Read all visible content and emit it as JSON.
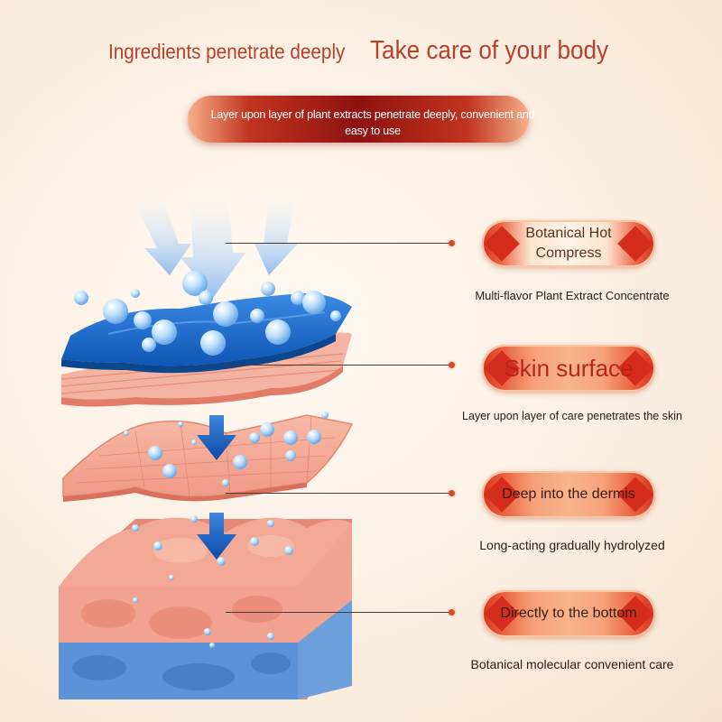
{
  "header": {
    "left_title": "Ingredients penetrate deeply",
    "right_title": "Take care of your body"
  },
  "banner": {
    "text": "Layer upon layer of plant extracts penetrate deeply, convenient and easy to use"
  },
  "layers": [
    {
      "label": "Botanical Hot Compress",
      "caption": "Multi-flavor Plant Extract Concentrate"
    },
    {
      "label": "Skin surface",
      "caption": "Layer upon layer of care penetrates the skin"
    },
    {
      "label": "Deep into the dermis",
      "caption": "Long-acting gradually hydrolyzed"
    },
    {
      "label": "Directly to the bottom",
      "caption": "Botanical molecular convenient care"
    }
  ],
  "colors": {
    "title_red": "#b8402b",
    "accent_red": "#d52d1b",
    "banner_dark": "#8e1210",
    "gel_blue": "#1f6fd1",
    "skin_pink": "#f2a290",
    "tissue_blue": "#5d93d6",
    "arrow_blue": "#1456b8"
  },
  "icons": [
    "down-arrow-icon",
    "bubble-icon",
    "diamond-icon"
  ]
}
